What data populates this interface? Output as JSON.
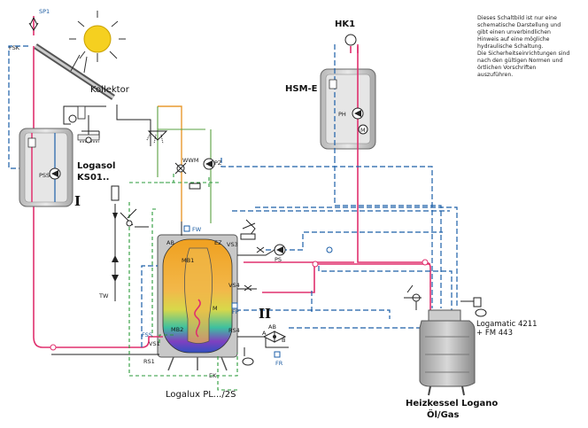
{
  "labels": {
    "sp1": "SP1",
    "fsk": "FSK",
    "kollektor": "Kollektor",
    "hk1": "HK1",
    "hsm_e": "HSM-E",
    "ph": "PH",
    "m": "M",
    "logasol_1": "Logasol",
    "logasol_2": "KS01..",
    "pss": "PSS",
    "roman_1": "I",
    "roman_2": "II",
    "wwm": "WWM",
    "pz": "PZ",
    "tw": "TW",
    "fw": "FW",
    "ab": "AB",
    "ez": "EZ",
    "vs3": "VS3",
    "ps": "PS",
    "mb1": "MB1",
    "vs4": "VS4",
    "m_tank": "M",
    "fp": "FP",
    "fss": "FSS",
    "mb2": "MB2",
    "vs1": "VS1",
    "rs4": "RS4",
    "rs1": "RS1",
    "ek": "EK",
    "fr": "FR",
    "valve_ab": "AB",
    "valve_a": "A",
    "valve_b": "B",
    "logalux": "Logalux PL.../2S",
    "logamatic_1": "Logamatic 4211",
    "logamatic_2": "+ FM 443",
    "heizkessel_1": "Heizkessel Logano",
    "heizkessel_2": "Öl/Gas"
  },
  "note": [
    "Dieses Schaltbild ist nur eine",
    "schematische Darstellung und",
    "gibt einen unverbindlichen",
    "Hinweis auf eine mögliche",
    "hydraulische Schaltung.",
    "Die Sicherheitseinrichtungen sind",
    "nach den gültigen Normen und",
    "örtlichen Vorschriften",
    "auszuführen."
  ],
  "colors": {
    "flow_red": "#e0306e",
    "return_blue": "#1c5fa8",
    "control_green": "#2a9a3a",
    "hot_orange": "#e89a30"
  }
}
